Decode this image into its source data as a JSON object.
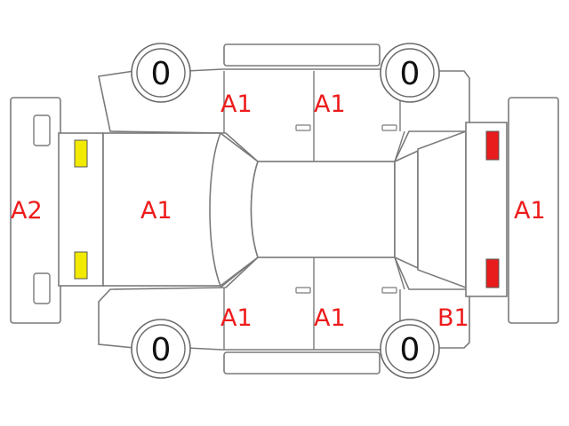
{
  "colors": {
    "outline": "#7a7a7a",
    "grade_text": "#ee1c1c",
    "tread_text": "#111111",
    "front_lamp": "#f2ea00",
    "rear_lamp": "#e81c1c"
  },
  "tires": {
    "front_left": "0",
    "rear_left": "0",
    "front_right": "0",
    "rear_right": "0"
  },
  "grades": {
    "front_bumper": "A2",
    "hood": "A1",
    "left_front_door": "A1",
    "left_rear_door": "A1",
    "right_front_door": "A1",
    "right_rear_door": "A1",
    "rear_quarter_right": "B1",
    "rear_bumper": "A1"
  }
}
